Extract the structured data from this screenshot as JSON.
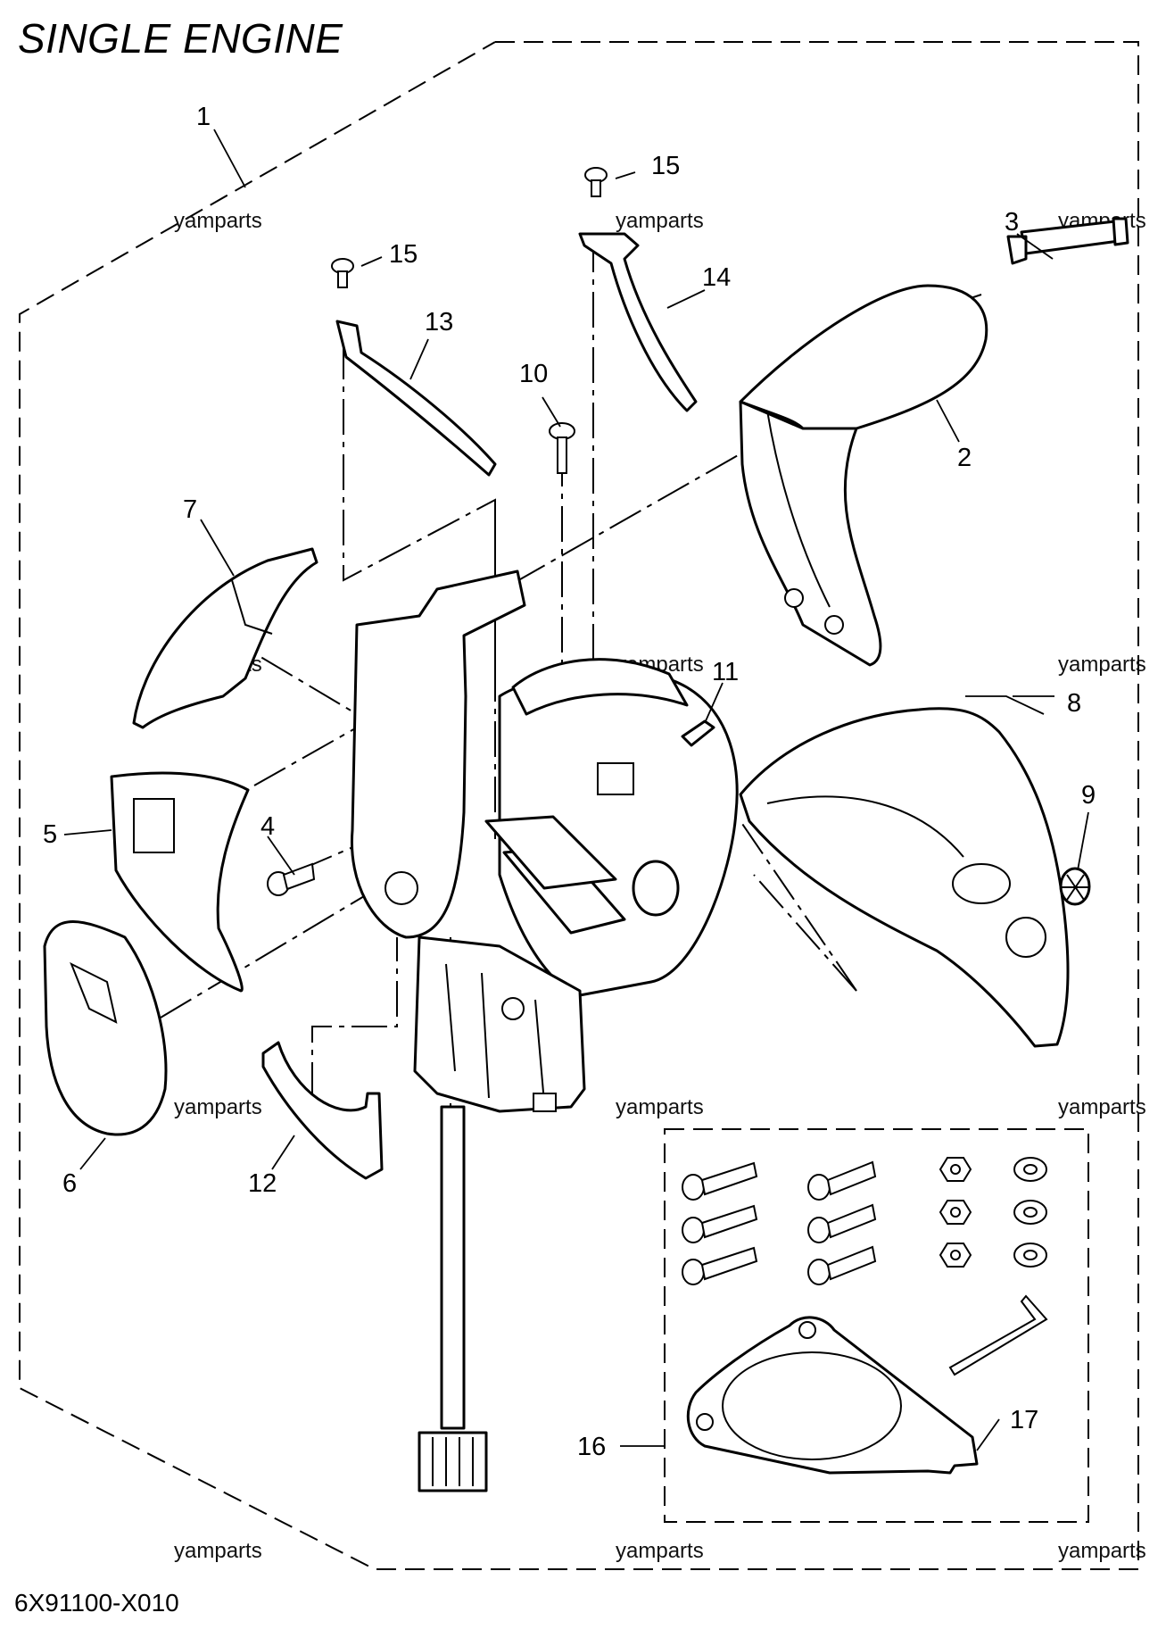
{
  "title": "SINGLE ENGINE",
  "diagram_code": "6X91100-X010",
  "watermark": "yamparts",
  "callouts": [
    "1",
    "2",
    "3",
    "4",
    "5",
    "6",
    "7",
    "8",
    "9",
    "10",
    "11",
    "12",
    "13",
    "14",
    "15",
    "15",
    "16",
    "17"
  ]
}
